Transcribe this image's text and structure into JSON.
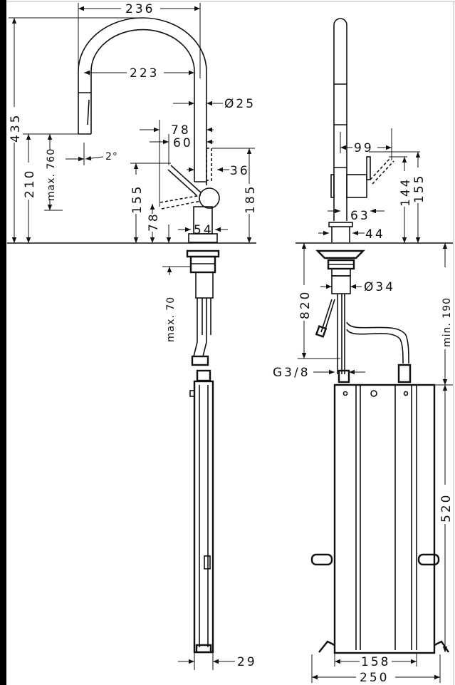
{
  "title": "Kitchen faucet technical dimension drawing",
  "front_view": {
    "width_overall": "236",
    "spout_reach": "223",
    "spout_diameter": "Ø25",
    "handle_offset_78": "78",
    "handle_offset_60": "60",
    "tilt_angle": "2°",
    "height_overall": "435",
    "spout_height": "210",
    "pullout_length": "max. 760",
    "handle_height": "155",
    "handle_low": "78",
    "body_height": "185",
    "body_offset": "36",
    "base_width": "54",
    "counter_thickness": "max. 70",
    "tube_width": "29"
  },
  "side_view": {
    "lever_reach": "99",
    "lever_height_144": "144",
    "lever_height_155": "155",
    "body_offset": "63",
    "base_width": "44",
    "shank_diameter": "Ø34",
    "hose_length": "820",
    "connection": "G3/8",
    "min_clearance": "min. 190",
    "box_height": "520",
    "box_inner_width": "158",
    "box_outer_width": "250"
  }
}
